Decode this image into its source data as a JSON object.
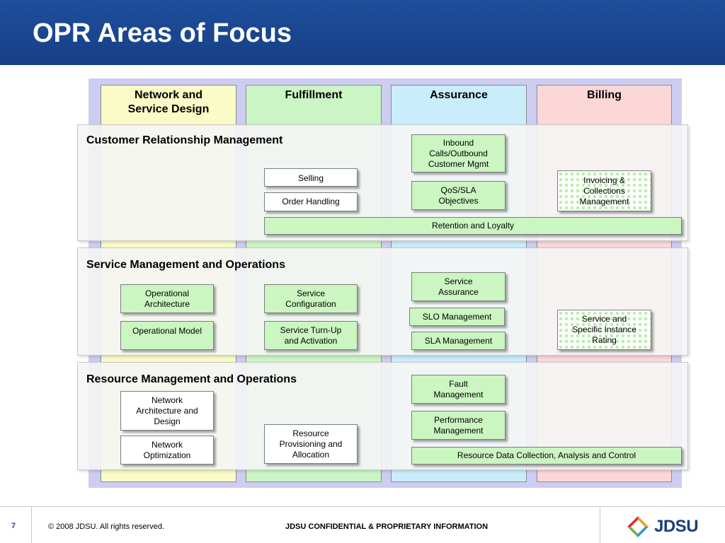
{
  "slide": {
    "title": "OPR Areas of Focus",
    "page_number": "7",
    "copyright": "© 2008 JDSU. All rights reserved.",
    "confidential": "JDSU CONFIDENTIAL & PROPRIETARY INFORMATION",
    "logo_text": "JDSU"
  },
  "columns": [
    {
      "label": "Network and\nService Design",
      "color": "#fbfbc8"
    },
    {
      "label": "Fulfillment",
      "color": "#ccf5c6"
    },
    {
      "label": "Assurance",
      "color": "#caedfb"
    },
    {
      "label": "Billing",
      "color": "#fbd7d7"
    }
  ],
  "bands": [
    {
      "title": "Customer Relationship Management"
    },
    {
      "title": "Service Management and Operations"
    },
    {
      "title": "Resource Management and Operations"
    }
  ],
  "boxes": {
    "inbound_calls": "Inbound\nCalls/Outbound\nCustomer Mgmt",
    "selling": "Selling",
    "order_handling": "Order Handling",
    "qos_sla": "QoS/SLA\nObjectives",
    "invoicing": "Invoicing &\nCollections\nManagement",
    "retention": "Retention and Loyalty",
    "service_assurance": "Service\nAssurance",
    "operational_architecture": "Operational\nArchitecture",
    "service_configuration": "Service\nConfiguration",
    "slo_management": "SLO Management",
    "service_rating": "Service and\nSpecific Instance\nRating",
    "operational_model": "Operational Model",
    "service_turn_up": "Service Turn-Up\nand Activation",
    "sla_management": "SLA Management",
    "fault_management": "Fault\nManagement",
    "network_arch_design": "Network\nArchitecture and\nDesign",
    "performance_management": "Performance\nManagement",
    "resource_provisioning": "Resource\nProvisioning and\nAllocation",
    "network_optimization": "Network\nOptimization",
    "resource_data": "Resource Data Collection, Analysis and Control"
  }
}
